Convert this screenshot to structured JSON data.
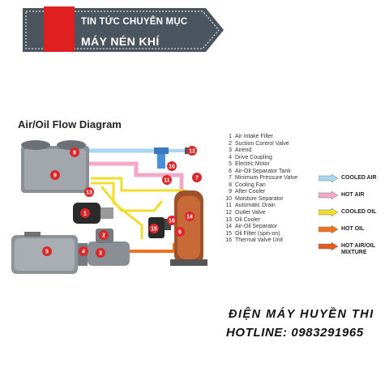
{
  "banner": {
    "line1": "TIN TỨC CHUYÊN MỤC",
    "line2": "MÁY NÉN KHÍ",
    "bg_color": "#4a5560",
    "accent_color": "#e02020"
  },
  "diagram": {
    "title": "Air/Oil Flow Diagram",
    "components": [
      {
        "num": "1",
        "name": "Air Intake Filter"
      },
      {
        "num": "2",
        "name": "Suction Control Valve"
      },
      {
        "num": "3",
        "name": "Airend"
      },
      {
        "num": "4",
        "name": "Drive Coupling"
      },
      {
        "num": "5",
        "name": "Electric Motor"
      },
      {
        "num": "6",
        "name": "Air-Oil Separator Tank"
      },
      {
        "num": "7",
        "name": "Minimum Pressure Valve"
      },
      {
        "num": "8",
        "name": "Cooling Fan"
      },
      {
        "num": "9",
        "name": "After Cooler"
      },
      {
        "num": "10",
        "name": "Moisture Separator"
      },
      {
        "num": "11",
        "name": "Automatic Drain"
      },
      {
        "num": "12",
        "name": "Outlet Valve"
      },
      {
        "num": "13",
        "name": "Oil Cooler"
      },
      {
        "num": "14",
        "name": "Air-Oil Separator"
      },
      {
        "num": "15",
        "name": "Oil Filter (spin-on)"
      },
      {
        "num": "16",
        "name": "Thermal Valve Unit"
      }
    ],
    "flow_key": [
      {
        "label": "COOLED AIR",
        "color": "#a8d8f0"
      },
      {
        "label": "HOT AIR",
        "color": "#f4a8c8"
      },
      {
        "label": "COOLED OIL",
        "color": "#f2dc2e"
      },
      {
        "label": "HOT OIL",
        "color": "#f07020"
      },
      {
        "label": "HOT AIR/OIL MIXTURE",
        "color": "#e65a1e"
      }
    ],
    "callout_color": "#d8282a"
  },
  "footer": {
    "company": "ĐIỆN MÁY HUYỀN THI",
    "hotline": "HOTLINE: 0983291965"
  }
}
